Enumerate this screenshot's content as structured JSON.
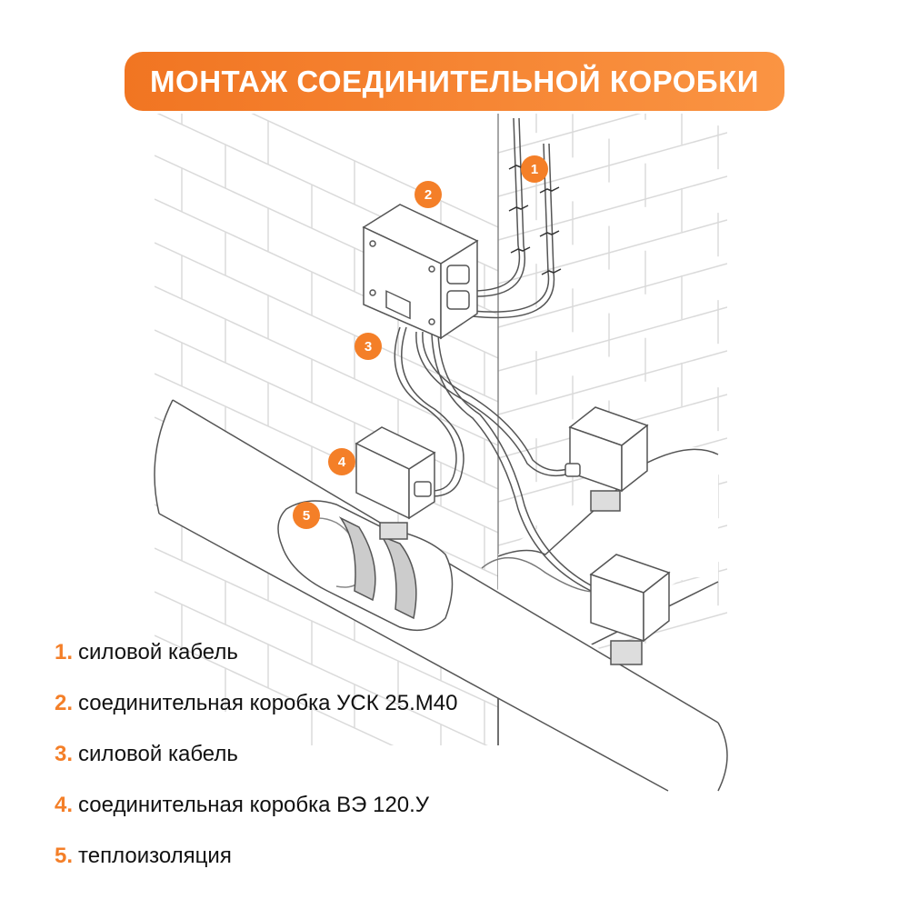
{
  "title": "МОНТАЖ СОЕДИНИТЕЛЬНОЙ КОРОБКИ",
  "colors": {
    "accent": "#f47f28",
    "line": "#555555",
    "brick": "#d9d9d9"
  },
  "badges": [
    "1",
    "2",
    "3",
    "4",
    "5"
  ],
  "legend": [
    {
      "num": "1.",
      "text": "силовой кабель"
    },
    {
      "num": "2.",
      "text": "соединительная коробка УСК 25.М40"
    },
    {
      "num": "3.",
      "text": "силовой кабель"
    },
    {
      "num": "4.",
      "text": "соединительная коробка ВЭ 120.У"
    },
    {
      "num": "5.",
      "text": "теплоизоляция"
    }
  ]
}
